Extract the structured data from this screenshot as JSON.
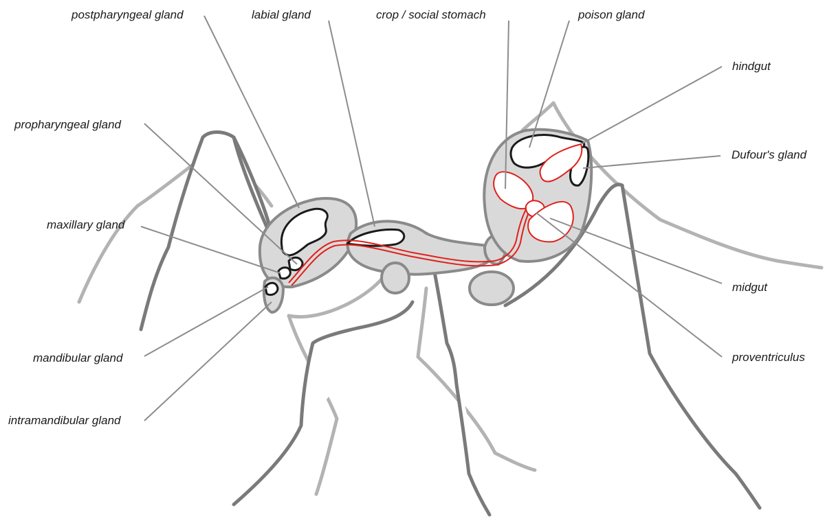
{
  "labels": {
    "postpharyngeal": "postpharyngeal gland",
    "labial": "labial gland",
    "crop": "crop / social stomach",
    "poison": "poison gland",
    "hindgut": "hindgut",
    "propharyngeal": "propharyngeal gland",
    "dufour": "Dufour's gland",
    "maxillary": "maxillary gland",
    "midgut": "midgut",
    "mandibular": "mandibular gland",
    "proventriculus": "proventriculus",
    "intramandibular": "intramandibular gland"
  },
  "colors": {
    "body_fill": "#d9d9d9",
    "outline": "#8a8a8a",
    "far_legs": "#b3b3b3",
    "gland_outline": "#1a1a1a",
    "digestive_tract": "#e0201b",
    "leader_lines": "#8c8c8c"
  }
}
